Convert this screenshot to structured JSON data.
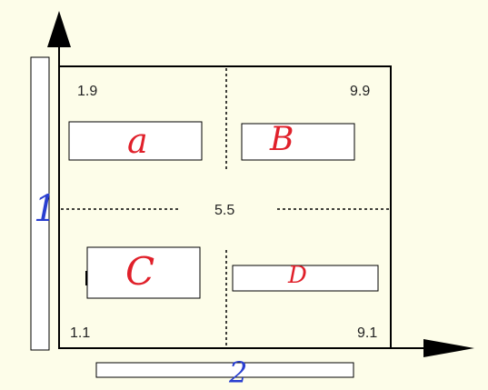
{
  "diagram": {
    "colors": {
      "background": "#fdfde9",
      "axis": "#000000",
      "box_fill": "#ffffff",
      "handwriting_red": "#e0202a",
      "handwriting_blue": "#2a3fd0"
    },
    "values": {
      "top_left": "1.9",
      "top_right": "9.9",
      "center": "5.5",
      "bottom_left": "1.1",
      "bottom_right": "9.1"
    },
    "slots": [
      {
        "label": "a",
        "color": "red"
      },
      {
        "label": "B",
        "color": "red"
      },
      {
        "label": "C",
        "color": "red"
      },
      {
        "label": "D",
        "color": "red"
      }
    ],
    "axis_slots": {
      "vertical": {
        "label": "1",
        "color": "blue"
      },
      "horizontal": {
        "label": "2",
        "color": "blue"
      }
    }
  }
}
